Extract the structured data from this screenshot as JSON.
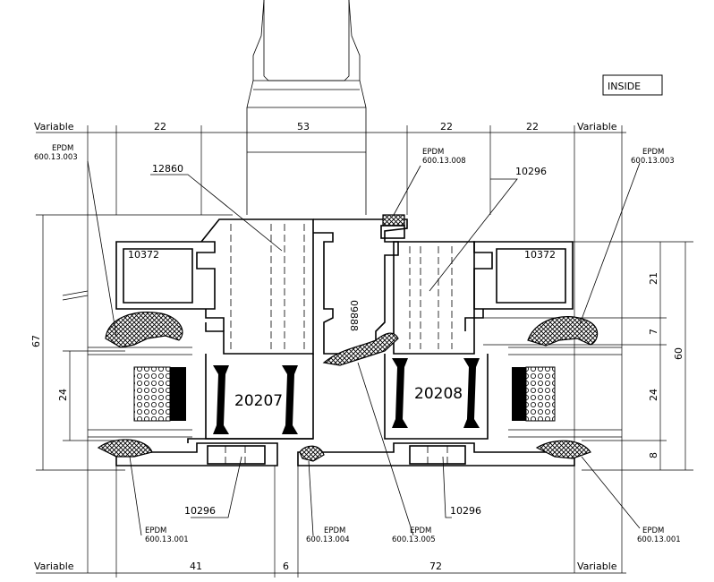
{
  "drawing": {
    "inside_label": "INSIDE",
    "top_dimensions": [
      "Variable",
      "22",
      "53",
      "22",
      "22",
      "Variable"
    ],
    "bottom_dimensions": [
      "Variable",
      "41",
      "6",
      "72",
      "Variable"
    ],
    "left_dimensions": [
      "67",
      "24"
    ],
    "right_dimensions": [
      "21",
      "7",
      "60",
      "24",
      "8"
    ],
    "profile_codes": {
      "p12860": "12860",
      "p10296_top": "10296",
      "p10372_left": "10372",
      "p10372_right": "10372",
      "p09888": "09888",
      "p20207": "20207",
      "p20208": "20208",
      "p10296_bottom_left": "10296",
      "p10296_bottom_right": "10296"
    },
    "gasket_callouts": [
      {
        "material": "EPDM",
        "code": "600.13.003"
      },
      {
        "material": "EPDM",
        "code": "600.13.008"
      },
      {
        "material": "EPDM",
        "code": "600.13.003"
      },
      {
        "material": "EPDM",
        "code": "600.13.001"
      },
      {
        "material": "EPDM",
        "code": "600.13.004"
      },
      {
        "material": "EPDM",
        "code": "600.13.005"
      },
      {
        "material": "EPDM",
        "code": "600.13.001"
      }
    ]
  }
}
